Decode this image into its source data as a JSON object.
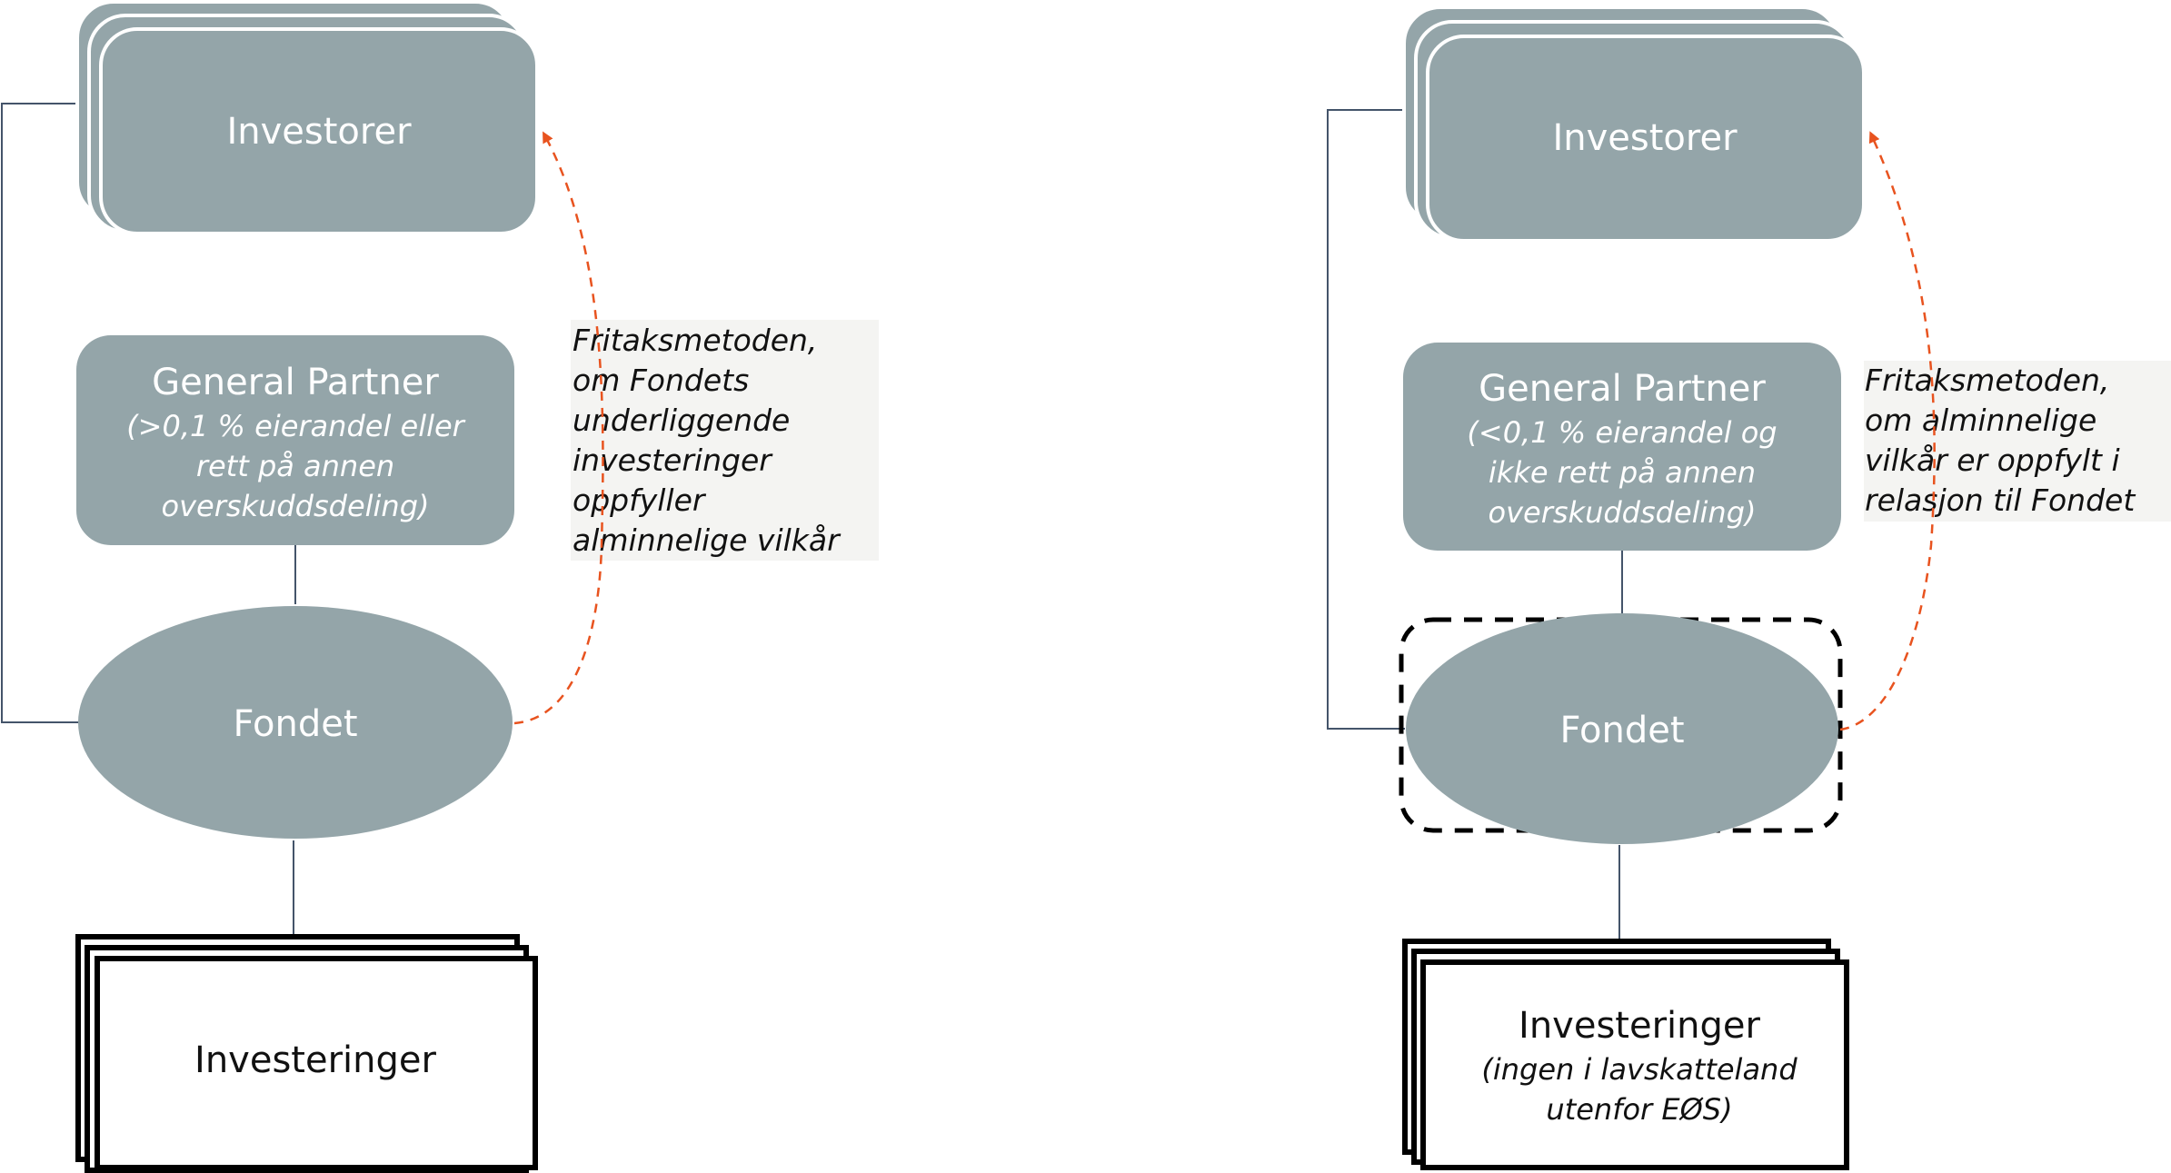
{
  "colors": {
    "node_fill": "#94A5A9",
    "node_text": "#ffffff",
    "connector": "#44546A",
    "arrow": "#E8531F",
    "note_bg": "#F4F4F2",
    "outline": "#000000"
  },
  "left": {
    "investors": {
      "label": "Investorer"
    },
    "general_partner": {
      "title": "General Partner",
      "subtitle_lines": [
        "(>0,1 % eierandel eller",
        "rett på annen",
        "overskuddsdeling)"
      ]
    },
    "fund": {
      "label": "Fondet"
    },
    "investments": {
      "title": "Investeringer",
      "subtitle_lines": []
    },
    "note": {
      "lines": [
        "Fritaksmetoden,",
        "om Fondets",
        "underliggende",
        "investeringer",
        "oppfyller",
        "alminnelige vilkår"
      ]
    }
  },
  "right": {
    "investors": {
      "label": "Investorer"
    },
    "general_partner": {
      "title": "General Partner",
      "subtitle_lines": [
        "(<0,1 % eierandel og",
        "ikke rett på annen",
        "overskuddsdeling)"
      ]
    },
    "fund": {
      "label": "Fondet"
    },
    "investments": {
      "title": "Investeringer",
      "subtitle_lines": [
        "(ingen i lavskatteland",
        "utenfor EØS)"
      ]
    },
    "note": {
      "lines": [
        "Fritaksmetoden,",
        "om alminnelige",
        "vilkår er oppfylt i",
        "relasjon til Fondet"
      ]
    }
  }
}
